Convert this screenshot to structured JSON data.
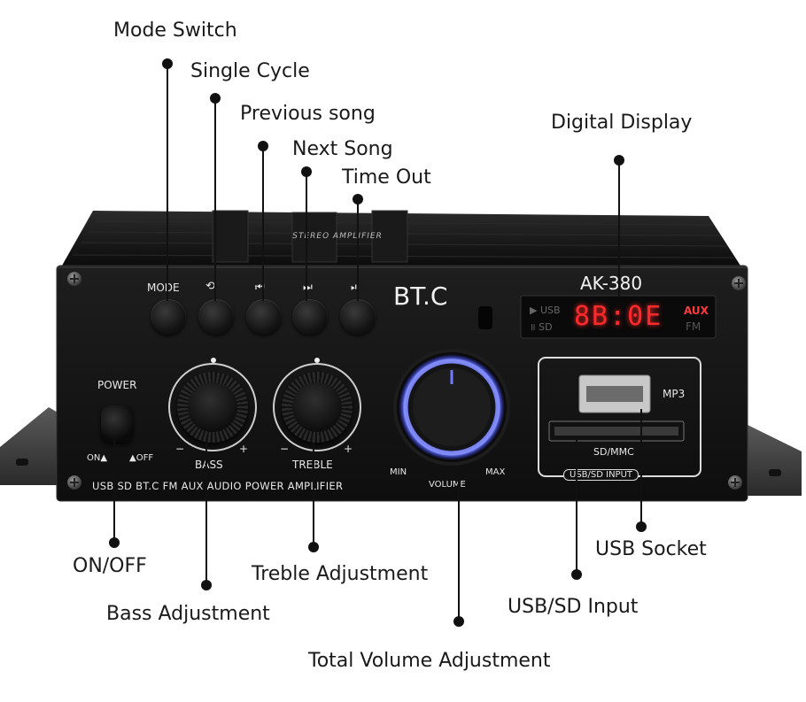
{
  "callouts": {
    "mode_switch": "Mode Switch",
    "single_cycle": "Single Cycle",
    "previous_song": "Previous song",
    "next_song": "Next Song",
    "time_out": "Time Out",
    "digital_display": "Digital Display",
    "on_off": "ON/OFF",
    "treble_adjustment": "Treble Adjustment",
    "bass_adjustment": "Bass Adjustment",
    "usb_socket": "USB Socket",
    "usb_sd_input": "USB/SD Input",
    "total_volume_adjustment": "Total Volume Adjustment"
  },
  "panel": {
    "mode_label": "MODE",
    "cycle_icon": "repeat-icon",
    "prev_icon": "previous-track-icon",
    "next_icon": "next-track-icon",
    "play_pause_icon": "play-pause-icon",
    "brand": "BT.C",
    "model": "AK-380",
    "power_label": "POWER",
    "on_label": "ON",
    "off_label": "OFF",
    "bass_label": "BASS",
    "treble_label": "TREBLE",
    "volume_label": "VOLUME",
    "min_label": "MIN",
    "max_label": "MAX",
    "minus": "−",
    "plus": "+",
    "footer_text": "USB SD BT.C FM AUX AUDIO POWER AMPLIFIER",
    "display_text": "8B:0E",
    "display_left_top": "USB",
    "display_left_bottom": "SD",
    "display_right_top": "AUX",
    "display_right_bottom": "FM",
    "mp3_label": "MP3",
    "sd_mmc_label": "SD/MMC",
    "usb_sd_input_label": "USB/SD INPUT",
    "top_text": "STEREO AMPLIFIER"
  },
  "colors": {
    "chassis": "#141414",
    "display_red": "#ff2a2a",
    "volume_ring": "#5a6cff"
  }
}
